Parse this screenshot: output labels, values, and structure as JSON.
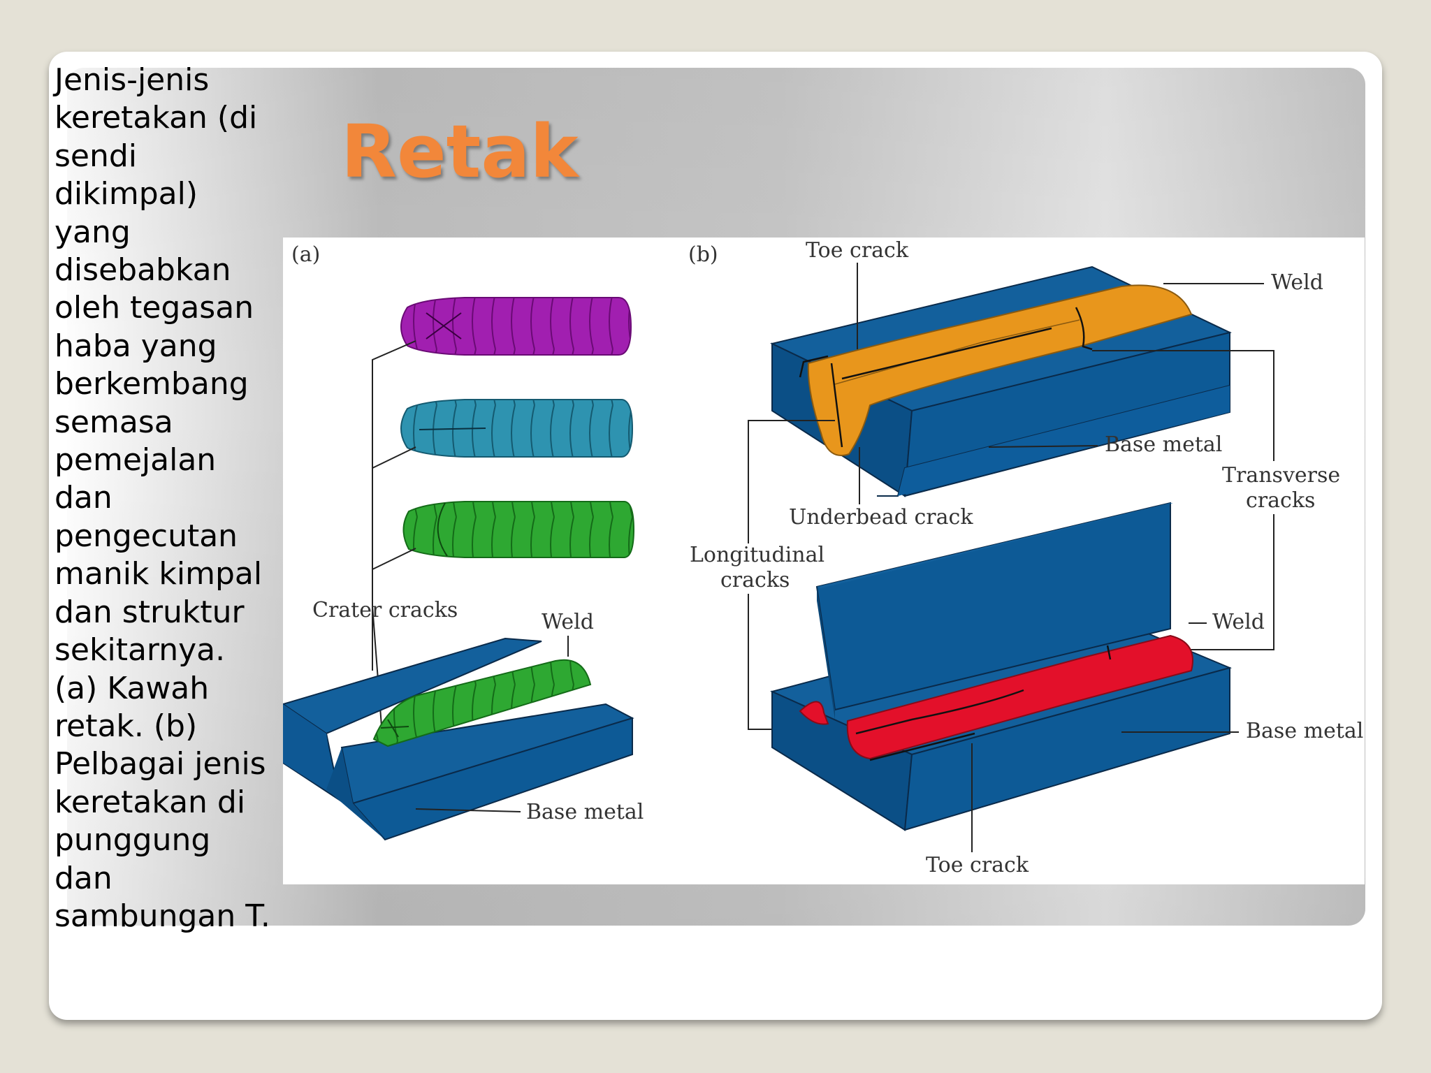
{
  "slide": {
    "title": "Retak",
    "caption": "Jenis-jenis keretakan (di sendi dikimpal) yang disebabkan oleh tegasan haba yang berkembang semasa pemejalan dan pengecutan manik kimpal dan struktur sekitarnya. (a) Kawah retak. (b) Pelbagai jenis keretakan di punggung dan sambungan T."
  },
  "figure": {
    "panel_a": {
      "tag": "(a)",
      "crater_cracks": "Crater   cracks",
      "weld": "Weld",
      "base_metal": "Base   metal"
    },
    "panel_b": {
      "tag": "(b)",
      "toe_crack_top": "Toe   crack",
      "weld_top": "Weld",
      "base_metal_top": "Base   metal",
      "transverse_line1": "Transverse",
      "transverse_line2": "cracks",
      "underbead_crack": "Underbead   crack",
      "longitudinal_line1": "Longitudinal",
      "longitudinal_line2": "cracks",
      "weld_bottom": "Weld",
      "base_metal_bottom": "Base   metal",
      "toe_crack_bottom": "Toe   crack"
    }
  },
  "colors": {
    "title": "#f2873a",
    "base_metal": "#0d5a96",
    "bead_purple": "#a11fb0",
    "bead_teal": "#2e93b0",
    "bead_green": "#2ea832",
    "weld_orange": "#e8961c",
    "weld_red": "#e3102a"
  }
}
